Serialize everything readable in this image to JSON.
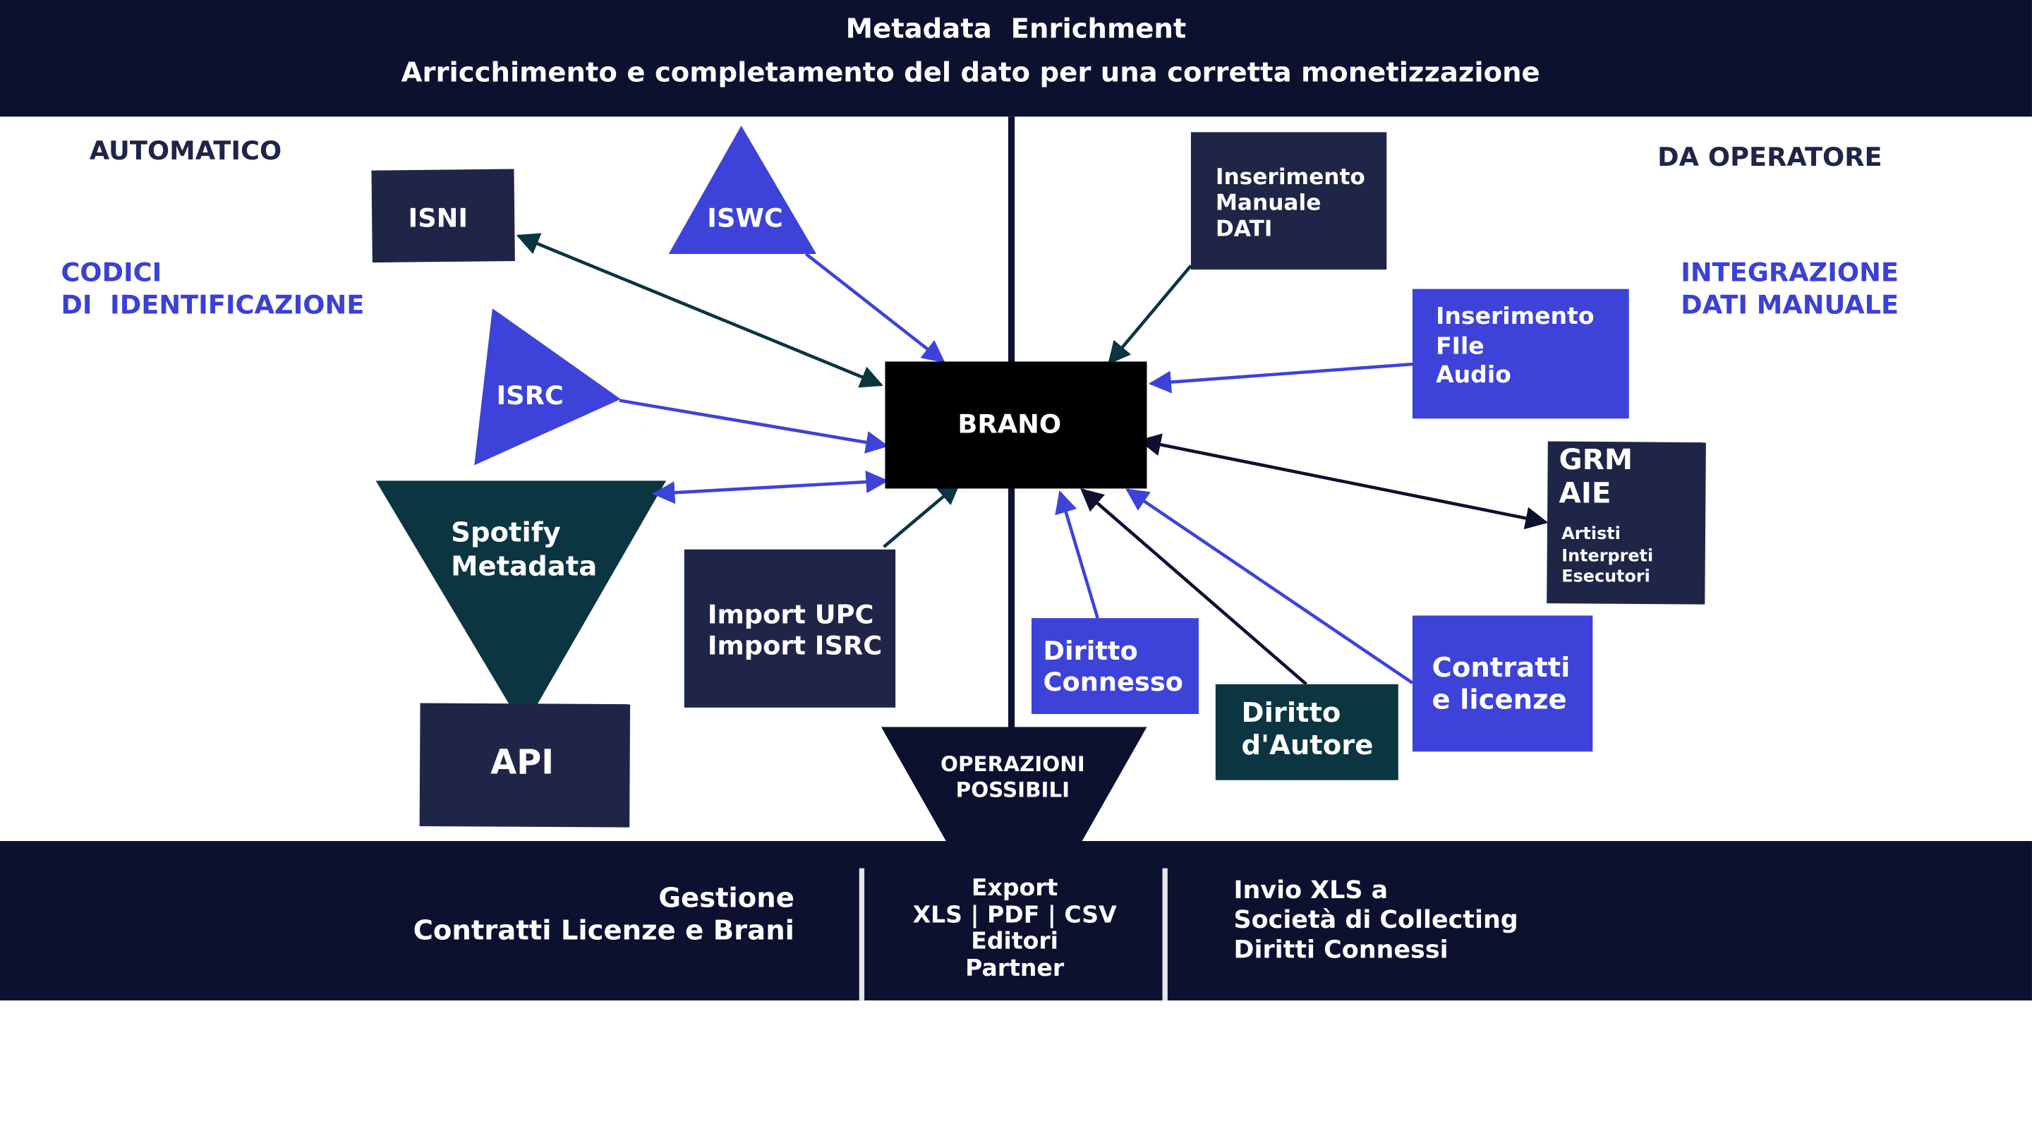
{
  "header": {
    "title": "Metadata  Enrichment",
    "subtitle": "Arricchimento e completamento del dato per una corretta monetizzazione"
  },
  "left": {
    "heading": "AUTOMATICO",
    "category_line1": "CODICI",
    "category_line2": "DI  IDENTIFICAZIONE"
  },
  "right": {
    "heading": "DA OPERATORE",
    "category_line1": "INTEGRAZIONE",
    "category_line2": "DATI MANUALE"
  },
  "center": {
    "label": "BRANO"
  },
  "nodes": {
    "isni": "ISNI",
    "iswc": "ISWC",
    "isrc": "ISRC",
    "spotify": "Spotify\nMetadata",
    "api": "API",
    "import": "Import UPC\nImport ISRC",
    "diritto_connesso": "Diritto\nConnesso",
    "diritto_autore": "Diritto\nd'Autore",
    "contratti": "Contratti\ne licenze",
    "inserimento_manuale": "Inserimento\nManuale\nDATI",
    "inserimento_file": "Inserimento\nFIle\nAudio",
    "grm": "GRM\nAIE",
    "grm_sub": "Artisti\nInterpreti\nEsecutori",
    "operazioni": "OPERAZIONI\nPOSSIBILI"
  },
  "footer": {
    "left": "Gestione\nContratti Licenze e Brani",
    "center": "Export\nXLS | PDF | CSV\nEditori\nPartner",
    "right": "Invio XLS a\nSocietà di Collecting\nDiritti Connessi"
  },
  "colors": {
    "navy": "#0d1130",
    "box_navy": "#1f2547",
    "blue": "#3d43d9",
    "teal": "#0b3540",
    "heading_blue": "#3b40d6",
    "heading_navy": "#1f2547"
  }
}
